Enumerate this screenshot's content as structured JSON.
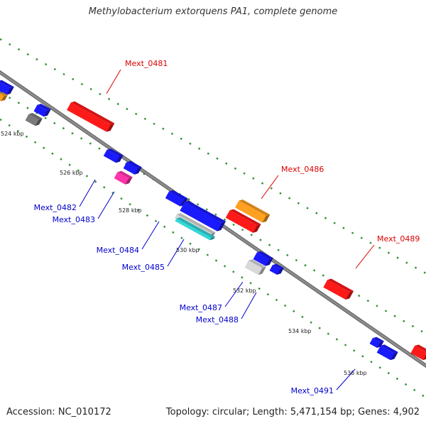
{
  "title": "Methylobacterium extorquens PA1, complete genome",
  "accession_text": "Accession: NC_010172",
  "summary_text": "Topology: circular; Length: 5,471,154 bp; Genes: 4,902",
  "colors": {
    "backbone": "#8c8c8c",
    "forward_label": "#dd0000",
    "reverse_label": "#0000cc",
    "tick_dots": "#2f8f2f",
    "tick_label": "#222222",
    "red": "#ff1a1a",
    "blue": "#1a1aff",
    "orange": "#ffa020",
    "gray": "#7a7a7a",
    "magenta": "#ff33aa",
    "silver": "#d8d8d8",
    "cyan": "#33d8d8",
    "lavender": "#8c8cd8"
  },
  "ticks": [
    {
      "label": "524 kbp"
    },
    {
      "label": "526 kbp"
    },
    {
      "label": "528 kbp"
    },
    {
      "label": "530 kbp"
    },
    {
      "label": "532 kbp"
    },
    {
      "label": "534 kbp"
    },
    {
      "label": "536 kbp"
    }
  ],
  "gene_labels": [
    {
      "name": "Mext_0481",
      "strand": "forward"
    },
    {
      "name": "Mext_0486",
      "strand": "forward"
    },
    {
      "name": "Mext_0489",
      "strand": "forward"
    },
    {
      "name": "Mext_0482",
      "strand": "reverse"
    },
    {
      "name": "Mext_0483",
      "strand": "reverse"
    },
    {
      "name": "Mext_0484",
      "strand": "reverse"
    },
    {
      "name": "Mext_0485",
      "strand": "reverse"
    },
    {
      "name": "Mext_0487",
      "strand": "reverse"
    },
    {
      "name": "Mext_0488",
      "strand": "reverse"
    },
    {
      "name": "Mext_0491",
      "strand": "reverse"
    }
  ],
  "features": [
    {
      "name": "feature-red-1",
      "color": "red"
    },
    {
      "name": "feature-red-2",
      "color": "red"
    },
    {
      "name": "feature-orange-1",
      "color": "orange"
    },
    {
      "name": "feature-red-3",
      "color": "red"
    },
    {
      "name": "feature-red-4",
      "color": "red"
    },
    {
      "name": "feature-blue-1",
      "color": "blue"
    },
    {
      "name": "feature-orange-2",
      "color": "orange"
    },
    {
      "name": "feature-blue-2",
      "color": "blue"
    },
    {
      "name": "feature-gray-1",
      "color": "gray"
    },
    {
      "name": "feature-blue-3",
      "color": "blue"
    },
    {
      "name": "feature-blue-4",
      "color": "blue"
    },
    {
      "name": "feature-magenta-1",
      "color": "magenta"
    },
    {
      "name": "feature-blue-5",
      "color": "blue"
    },
    {
      "name": "feature-blue-6",
      "color": "blue"
    },
    {
      "name": "feature-silver-1",
      "color": "silver"
    },
    {
      "name": "feature-cyan-1",
      "color": "cyan"
    },
    {
      "name": "feature-blue-7",
      "color": "blue"
    },
    {
      "name": "feature-silver-2",
      "color": "silver"
    },
    {
      "name": "feature-blue-8",
      "color": "blue"
    },
    {
      "name": "feature-blue-9",
      "color": "blue"
    },
    {
      "name": "feature-blue-10",
      "color": "blue"
    }
  ]
}
